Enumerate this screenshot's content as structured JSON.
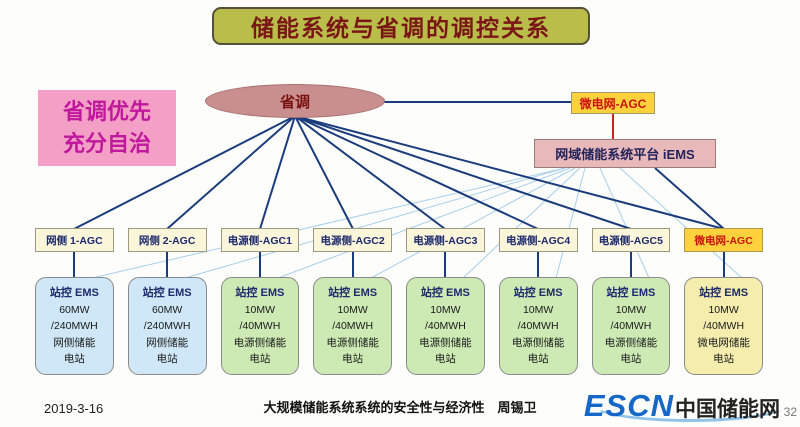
{
  "title": "储能系统与省调的调控关系",
  "side_note": {
    "line1": "省调优先",
    "line2": "充分自治"
  },
  "root": {
    "label": "省调"
  },
  "top_agc": {
    "label": "微电网-AGC"
  },
  "iems": {
    "label": "网域储能系统平台 iEMS"
  },
  "agc_row": [
    {
      "label": "网侧 1-AGC",
      "variant": "cream"
    },
    {
      "label": "网侧 2-AGC",
      "variant": "cream"
    },
    {
      "label": "电源侧-AGC1",
      "variant": "cream"
    },
    {
      "label": "电源侧-AGC2",
      "variant": "cream"
    },
    {
      "label": "电源侧-AGC3",
      "variant": "cream"
    },
    {
      "label": "电源侧-AGC4",
      "variant": "cream"
    },
    {
      "label": "电源侧-AGC5",
      "variant": "cream"
    },
    {
      "label": "微电网-AGC",
      "variant": "gold"
    }
  ],
  "ems_row": [
    {
      "variant": "blue",
      "lines": [
        "站控 EMS",
        "60MW",
        "/240MWH",
        "网侧储能",
        "电站"
      ]
    },
    {
      "variant": "blue",
      "lines": [
        "站控 EMS",
        "60MW",
        "/240MWH",
        "网侧储能",
        "电站"
      ]
    },
    {
      "variant": "green",
      "lines": [
        "站控 EMS",
        "10MW",
        "/40MWH",
        "电源侧储能",
        "电站"
      ]
    },
    {
      "variant": "green",
      "lines": [
        "站控 EMS",
        "10MW",
        "/40MWH",
        "电源侧储能",
        "电站"
      ]
    },
    {
      "variant": "green",
      "lines": [
        "站控 EMS",
        "10MW",
        "/40MWH",
        "电源侧储能",
        "电站"
      ]
    },
    {
      "variant": "green",
      "lines": [
        "站控 EMS",
        "10MW",
        "/40MWH",
        "电源侧储能",
        "电站"
      ]
    },
    {
      "variant": "green",
      "lines": [
        "站控 EMS",
        "10MW",
        "/40MWH",
        "电源侧储能",
        "电站"
      ]
    },
    {
      "variant": "yellow",
      "lines": [
        "站控 EMS",
        "10MW",
        "/40MWH",
        "微电网储能",
        "电站"
      ]
    }
  ],
  "footer": {
    "date": "2019-3-16",
    "caption": "大规模储能系统系统的安全性与经济性　周锡卫",
    "logo_en": "ESCN",
    "logo_cn": "中国储能网",
    "page": "32"
  },
  "colors": {
    "title_bg": "#b9bd49",
    "title_text": "#7a1616",
    "note_bg": "#f49fc6",
    "note_text": "#bf189c",
    "root_bg": "#c98e8e",
    "agc_gold_bg": "#ffd23d",
    "agc_gold_text": "#cc1111",
    "iems_bg": "#e9b9b9",
    "ems_blue": "#cfe7f6",
    "ems_green": "#cdeab4",
    "ems_yellow": "#f4edae",
    "line_navy": "#1b3c7c",
    "line_red": "#cc2222",
    "line_lightblue": "#a9cfe9",
    "logo_blue": "#1668c8"
  }
}
